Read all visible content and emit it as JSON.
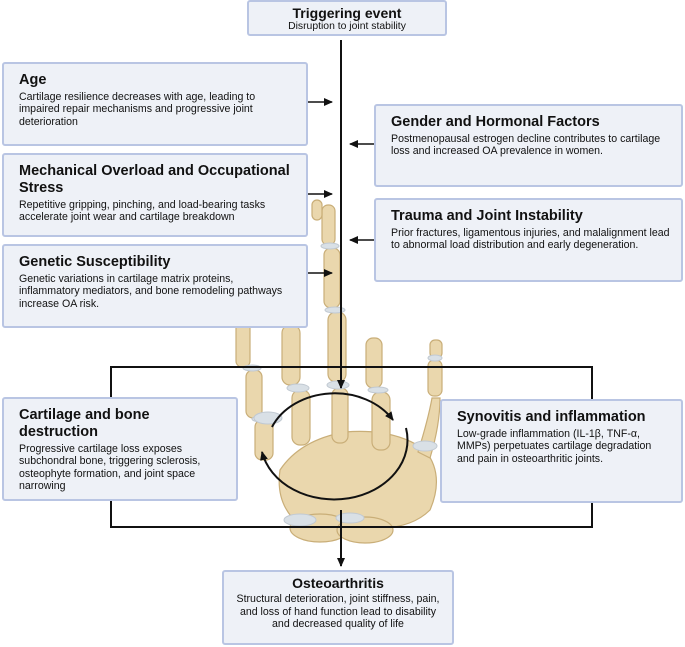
{
  "trigger": {
    "title": "Triggering event",
    "subtitle": "Disruption to joint stability"
  },
  "factors_left": [
    {
      "title": "Age",
      "description": "Cartilage resilience decreases with age, leading to impaired repair mechanisms and progressive joint deterioration"
    },
    {
      "title": "Mechanical Overload and Occupational Stress",
      "description": "Repetitive gripping, pinching, and load-bearing tasks accelerate joint wear and cartilage breakdown"
    },
    {
      "title": "Genetic Susceptibility",
      "description": "Genetic variations in cartilage matrix proteins, inflammatory mediators, and bone remodeling pathways increase OA risk."
    }
  ],
  "factors_right": [
    {
      "title": "Gender and Hormonal Factors",
      "description": "Postmenopausal estrogen decline contributes to cartilage loss and increased OA prevalence in women."
    },
    {
      "title": "Trauma and Joint Instability",
      "description": "Prior fractures, ligamentous injuries, and malalignment lead to abnormal load distribution and early degeneration."
    }
  ],
  "cycle": {
    "left": {
      "title": "Cartilage and bone destruction",
      "description": "Progressive cartilage loss exposes subchondral bone, triggering sclerosis, osteophyte formation, and joint space narrowing"
    },
    "right": {
      "title": "Synovitis and inflammation",
      "description": "Low-grade inflammation (IL-1β, TNF-α, MMPs) perpetuates cartilage degradation and pain in osteoarthritic joints."
    }
  },
  "outcome": {
    "title": "Osteoarthritis",
    "description": "Structural deterioration, joint stiffness, pain, and loss of hand function lead to disability and decreased quality of life"
  },
  "colors": {
    "box_fill": "#eef1f7",
    "box_border": "#b9c5e3",
    "bone": "#ead7ad",
    "bone_outline": "#c9ae78",
    "cartilage": "#d9e0e6",
    "arrow": "#111111"
  }
}
